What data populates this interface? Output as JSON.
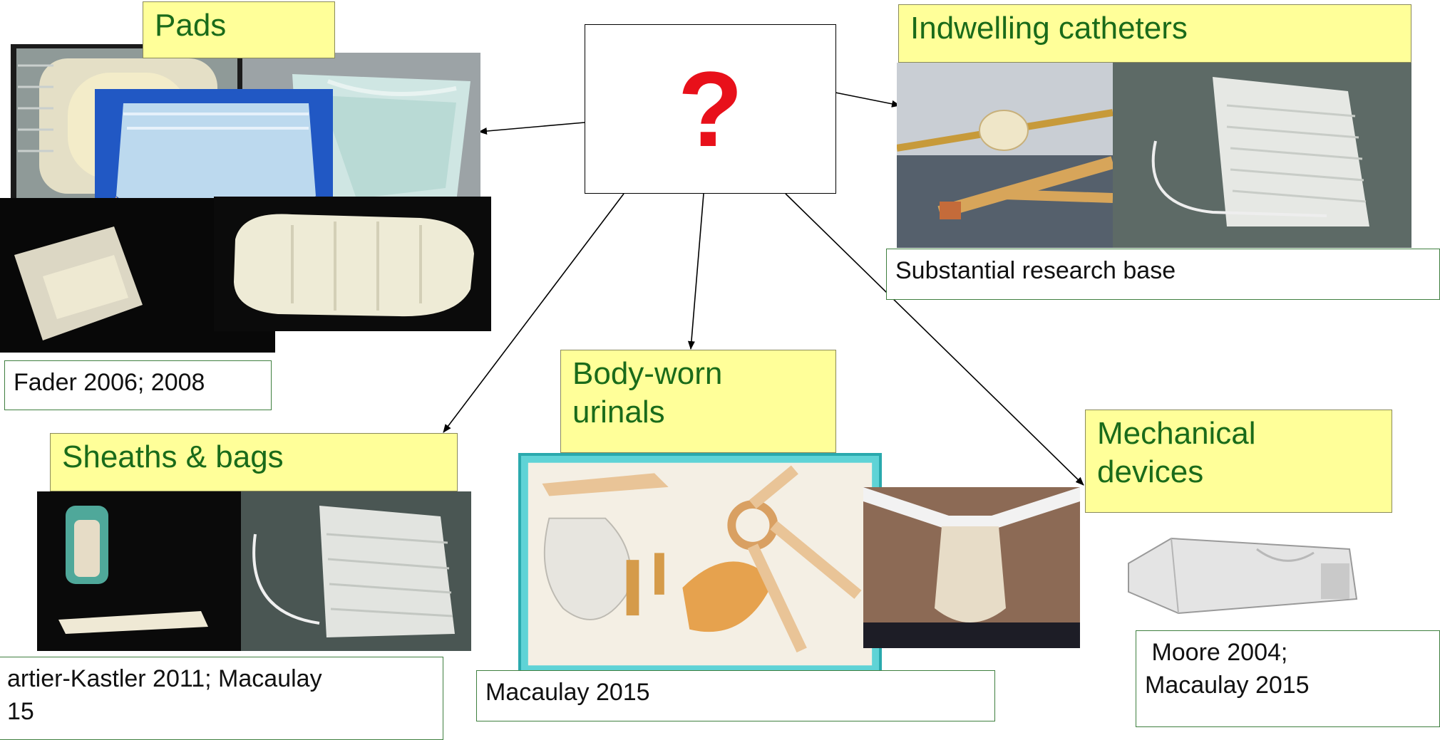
{
  "center": {
    "symbol": "?"
  },
  "categories": {
    "pads": {
      "label": "Pads",
      "citation": "Fader 2006; 2008"
    },
    "catheters": {
      "label": "Indwelling catheters",
      "citation": "Substantial research base"
    },
    "sheaths": {
      "label": "Sheaths & bags",
      "citation": "artier-Kastler 2011; Macaulay\n15"
    },
    "urinals": {
      "label": "Body-worn\nurinals",
      "citation": "Macaulay 2015"
    },
    "mechanical": {
      "label": "Mechanical\ndevices",
      "citation": " Moore 2004;\nMacaulay 2015"
    }
  },
  "colors": {
    "label_bg": "#ffff99",
    "label_text": "#1a6b1a",
    "question": "#e8101a",
    "citation_border": "#3f7f3f"
  },
  "icons": [
    "pad-photo",
    "pull-up-pants-photo",
    "diaper-photo",
    "foley-catheter-photo",
    "drainage-bag-photo",
    "sheath-photo",
    "urinal-kit-photo",
    "worn-urinal-photo",
    "penile-clamp-photo"
  ]
}
